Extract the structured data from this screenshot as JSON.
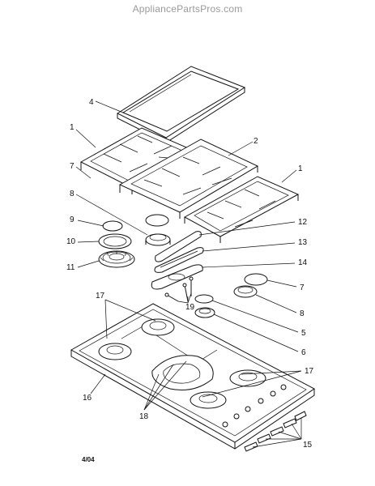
{
  "watermark": "AppliancePartsPros.com",
  "date_code": "4/04",
  "callouts": {
    "griddle": "4",
    "grate_left": "1",
    "grate_center": "2",
    "grate_right": "1",
    "foot_left": "7",
    "burner_cap_left": "8",
    "cap_small": "9",
    "ring": "10",
    "burner_base": "11",
    "gasket_top": "12",
    "gasket_mid": "13",
    "gasket_bottom": "14",
    "foot_right": "7",
    "burner_cap_right": "8",
    "orifice_group": "19",
    "cap_right_small": "5",
    "burner_right": "6",
    "electrodes_top": "17",
    "electrodes_right": "17",
    "cooktop": "16",
    "electrodes_bottom": "18",
    "knobs": "15"
  }
}
